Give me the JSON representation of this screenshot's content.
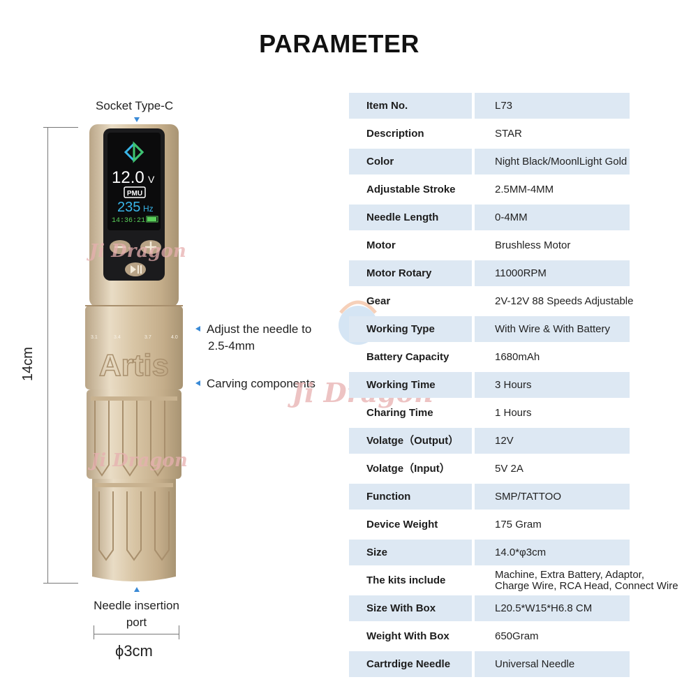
{
  "title": "PARAMETER",
  "figure": {
    "socket_label": "Socket  Type-C",
    "needle_adjust_line1": "Adjust the needle to",
    "needle_adjust_line2": "2.5-4mm",
    "carving_label": "Carving components",
    "needle_port_line1": "Needle insertion",
    "needle_port_line2": "port",
    "height_label": "14cm",
    "diameter_label": "ϕ3cm",
    "screen": {
      "voltage": "12.0",
      "voltage_unit": "V",
      "mode_badge": "PMU",
      "frequency": "235",
      "frequency_unit": "Hz",
      "clock": "14:36:21"
    },
    "scale_marks": [
      "3.1",
      "3.4",
      "3.7",
      "4.0"
    ],
    "brand_engraving": "Artis",
    "watermark_text": "Ji Dragon"
  },
  "specs": [
    {
      "label": "Item No.",
      "value": "L73"
    },
    {
      "label": "Description",
      "value": "STAR"
    },
    {
      "label": "Color",
      "value": "Night Black/MoonlLight Gold"
    },
    {
      "label": "Adjustable Stroke",
      "value": "2.5MM-4MM"
    },
    {
      "label": "Needle Length",
      "value": "0-4MM"
    },
    {
      "label": "Motor",
      "value": "Brushless Motor"
    },
    {
      "label": "Motor Rotary",
      "value": "11000RPM"
    },
    {
      "label": "Gear",
      "value": "2V-12V  88 Speeds Adjustable"
    },
    {
      "label": "Working Type",
      "value": "With Wire & With Battery"
    },
    {
      "label": "Battery Capacity",
      "value": "1680mAh"
    },
    {
      "label": "Working Time",
      "value": "3  Hours"
    },
    {
      "label": "Charing Time",
      "value": "1 Hours"
    },
    {
      "label": "Volatge（Output）",
      "value": "12V"
    },
    {
      "label": "Volatge（Input）",
      "value": "5V 2A"
    },
    {
      "label": "Function",
      "value": "SMP/TATTOO"
    },
    {
      "label": "Device Weight",
      "value": "175 Gram"
    },
    {
      "label": "Size",
      "value": "14.0*φ3cm"
    },
    {
      "label": "The kits include",
      "value_line1": "Machine, Extra Battery, Adaptor,",
      "value_line2": "Charge Wire, RCA Head, Connect Wire"
    },
    {
      "label": "Size With Box",
      "value": "L20.5*W15*H6.8 CM"
    },
    {
      "label": "Weight With Box",
      "value": "650Gram"
    },
    {
      "label": "Cartrdige Needle",
      "value": "Universal Needle"
    }
  ],
  "colors": {
    "row_shade": "#dde8f3",
    "arrow_accent": "#3a8ad6",
    "pen_body": "#dcc8a8"
  }
}
